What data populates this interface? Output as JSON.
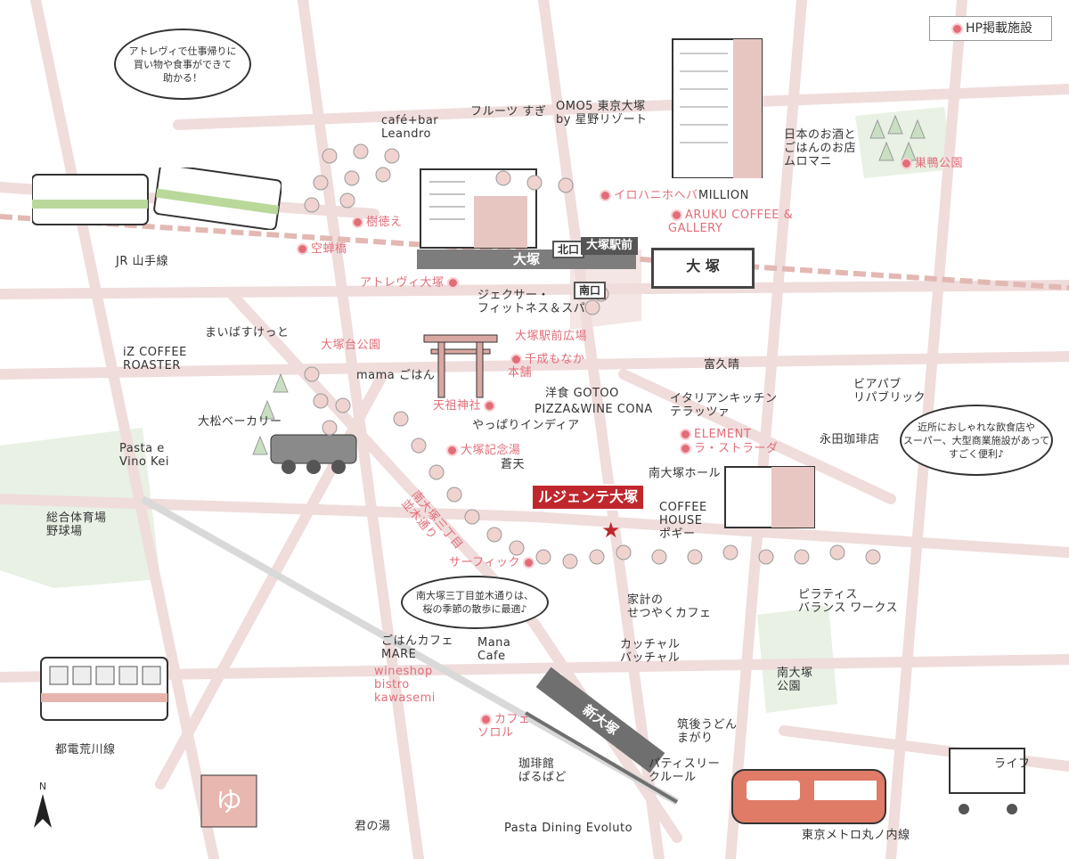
{
  "legend": {
    "label": "HP掲載施設"
  },
  "stations": {
    "otsuka_band": "大塚",
    "kitaguchi": "北口",
    "otsuka_ekimae": "大塚駅前",
    "minamiguchi": "南口",
    "sign": "大 塚",
    "shin_otsuka": "新大塚"
  },
  "hero": {
    "label": "ルジェンテ大塚"
  },
  "bubbles": {
    "top_left": "アトレヴィで仕事帰りに\n買い物や食事ができて\n助かる！",
    "right": "近所におしゃれな飲食店や\nスーパー、大型商業施設があって\nすごく便利♪",
    "center": "南大塚三丁目並木通りは、\n桜の季節の散歩に最適♪"
  },
  "places_black": {
    "cafe_leandro": "café+bar\nLeandro",
    "fruits_sugi": "フルーツ すぎ",
    "omo5": "OMO5 東京大塚\nby 星野リゾート",
    "murumani": "日本のお酒と\nごはんのお店\nムロマニ",
    "million": "MILLION",
    "jr_yamanote": "JR 山手線",
    "jexer": "ジェクサー・\nフィットネス＆スパ",
    "maibasu": "まいばすけっと",
    "iz_coffee": "iZ COFFEE\nROASTER",
    "mama_gohan": "mama ごはん",
    "yoshoku_gotoo": "洋食 GOTOO",
    "pizza_cona": "PIZZA&WINE CONA",
    "yappari": "やっぱりインディア",
    "tomikyu": "富久晴",
    "italian": "イタリアンキッチン\nテラッツァ",
    "beer_pub": "ビアパブ\nリパブリック",
    "nagata": "永田珈琲店",
    "omatsu": "大松ベーカリー",
    "pasta_vino": "Pasta e\nVino Kei",
    "soten": "蒼天",
    "minami_otsuka_hall": "南大塚ホール",
    "coffee_house": "COFFEE\nHOUSE\nポギー",
    "sogo_taiiku": "総合体育場\n野球場",
    "kake_cafe": "家計の\nせつやくカフェ",
    "pilates": "ピラティス\nバランス ワークス",
    "gohan_mare": "ごはんカフェ\nMARE",
    "mana_cafe": "Mana\nCafe",
    "katchal": "カッチャル\nバッチャル",
    "minami_otsuka_park": "南大塚\n公園",
    "chikugo": "筑後うどん\nまがり",
    "toden": "都電荒川線",
    "coffee_paruba": "珈琲館\nぱるばど",
    "patisserie": "パティスリー\nクルール",
    "life": "ライフ",
    "kimi_no_yu": "君の湯",
    "pasta_evoluto": "Pasta Dining Evoluto",
    "marunouchi": "東京メトロ丸ノ内線"
  },
  "places_pink": {
    "irohanihoheba": "イロハニホヘバ",
    "sugamo_park": "巣鴨公園",
    "aruku_coffee": "ARUKU COFFEE &\nGALLERY",
    "jutokue": "樹徳え",
    "sorasemi": "空蝉橋",
    "atrevie": "アトレヴィ大塚",
    "ekimae_hiroba": "大塚駅前広場",
    "otsukadai_park": "大塚台公園",
    "senjo_monaka": "千成もなか\n本舗",
    "tenso_jinja": "天祖神社",
    "element": "ELEMENT",
    "la_stratege": "ラ・ストラーダ",
    "otsuka_kinen": "大塚記念湯",
    "namiki_dori": "南大塚三丁目\n並木通り",
    "surfick": "サーフィック",
    "wineshop": "wineshop\nbistro\nkawasemi",
    "cafe_sorora": "カフェ\nソロル"
  },
  "north": "N",
  "colors": {
    "accent": "#c0272d",
    "pink": "#e26d78",
    "road": "#eddcdc",
    "park": "#e2efdf",
    "rail": "#d9a7a1"
  }
}
